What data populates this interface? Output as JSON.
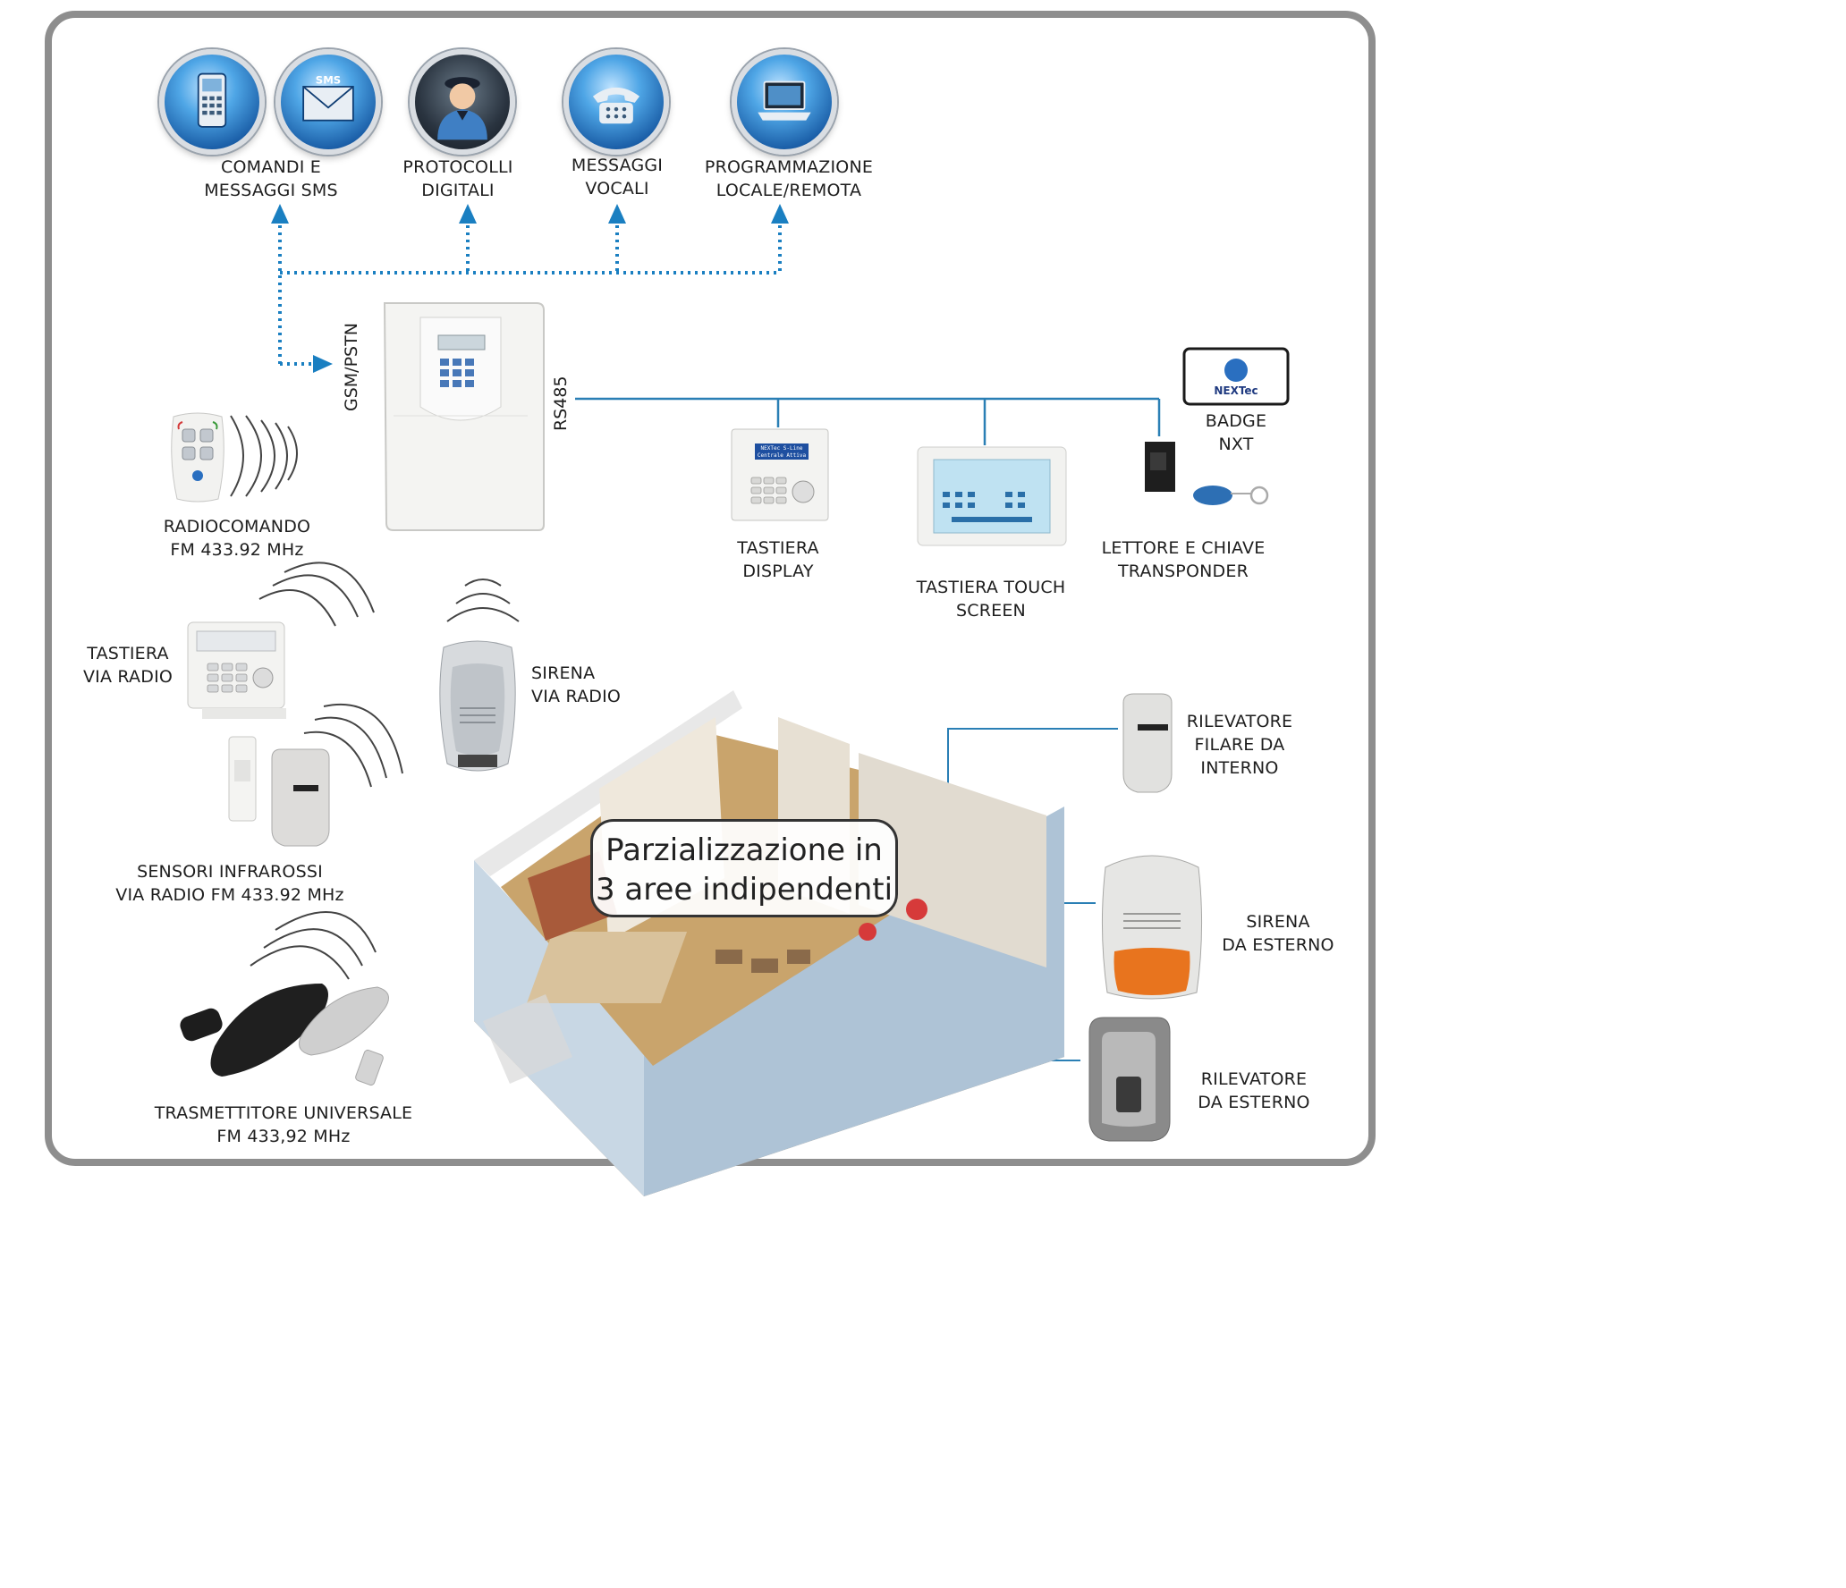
{
  "icons": [
    {
      "name": "mobile-phone-icon"
    },
    {
      "name": "sms-envelope-icon",
      "badge": "SMS"
    },
    {
      "name": "security-guard-icon"
    },
    {
      "name": "telephone-icon"
    },
    {
      "name": "laptop-icon"
    }
  ],
  "top_labels": {
    "sms": [
      "COMANDI E",
      "MESSAGGI SMS"
    ],
    "protocols": [
      "PROTOCOLLI",
      "DIGITALI"
    ],
    "voice": [
      "MESSAGGI",
      "VOCALI"
    ],
    "programming": [
      "PROGRAMMAZIONE",
      "LOCALE/REMOTA"
    ]
  },
  "bus_labels": {
    "gsm": "GSM/PSTN",
    "rs485": "RS485"
  },
  "devices": {
    "badge": [
      "BADGE",
      "NXT"
    ],
    "badge_brand": "NEXTec",
    "keypad_display": [
      "TASTIERA",
      "DISPLAY"
    ],
    "keypad_screen_text": [
      "NEXTec S-Line",
      "Centrale Attiva"
    ],
    "touch_keypad": [
      "TASTIERA TOUCH",
      "SCREEN"
    ],
    "reader": [
      "LETTORE E CHIAVE",
      "TRANSPONDER"
    ],
    "remote": [
      "RADIOCOMANDO",
      "FM 433.92 MHz"
    ],
    "radio_keypad": [
      "TASTIERA",
      "VIA RADIO"
    ],
    "radio_siren": [
      "SIRENA",
      "VIA RADIO"
    ],
    "ir_sensors": [
      "SENSORI INFRAROSSI",
      "VIA RADIO FM 433.92 MHz"
    ],
    "transmitter": [
      "TRASMETTITORE UNIVERSALE",
      "FM 433,92 MHz"
    ],
    "wired_detector": [
      "RILEVATORE",
      "FILARE DA",
      "INTERNO"
    ],
    "outdoor_siren": [
      "SIRENA",
      "DA ESTERNO"
    ],
    "outdoor_detector": [
      "RILEVATORE",
      "DA ESTERNO"
    ]
  },
  "callout": [
    "Parzializzazione in",
    "3 aree indipendenti"
  ],
  "colors": {
    "frame": "#8e8e8e",
    "dotted_line": "#1a7fc1",
    "bus_line": "#2a7fb5",
    "icon_blue": "#1b5fa8",
    "siren_orange": "#e8741e"
  }
}
